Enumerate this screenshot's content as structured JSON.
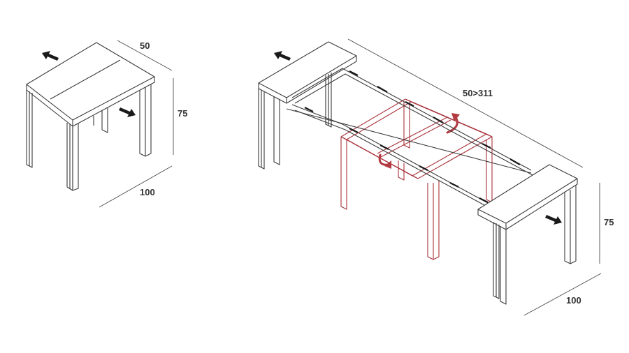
{
  "colors": {
    "line": "#3a3a3a",
    "dim_line": "#4a4a4a",
    "frame": "#a8323a",
    "arrow": "#1a1a1a",
    "rotate_arrow": "#b23a40",
    "text": "#333333"
  },
  "closed_table": {
    "width_label": "50",
    "height_label": "75",
    "depth_label": "100"
  },
  "extended_table": {
    "length_label": "50>311",
    "height_label": "75",
    "depth_label": "100"
  },
  "icons": [
    "pull-arrow-icon",
    "rotate-arrow-icon"
  ]
}
